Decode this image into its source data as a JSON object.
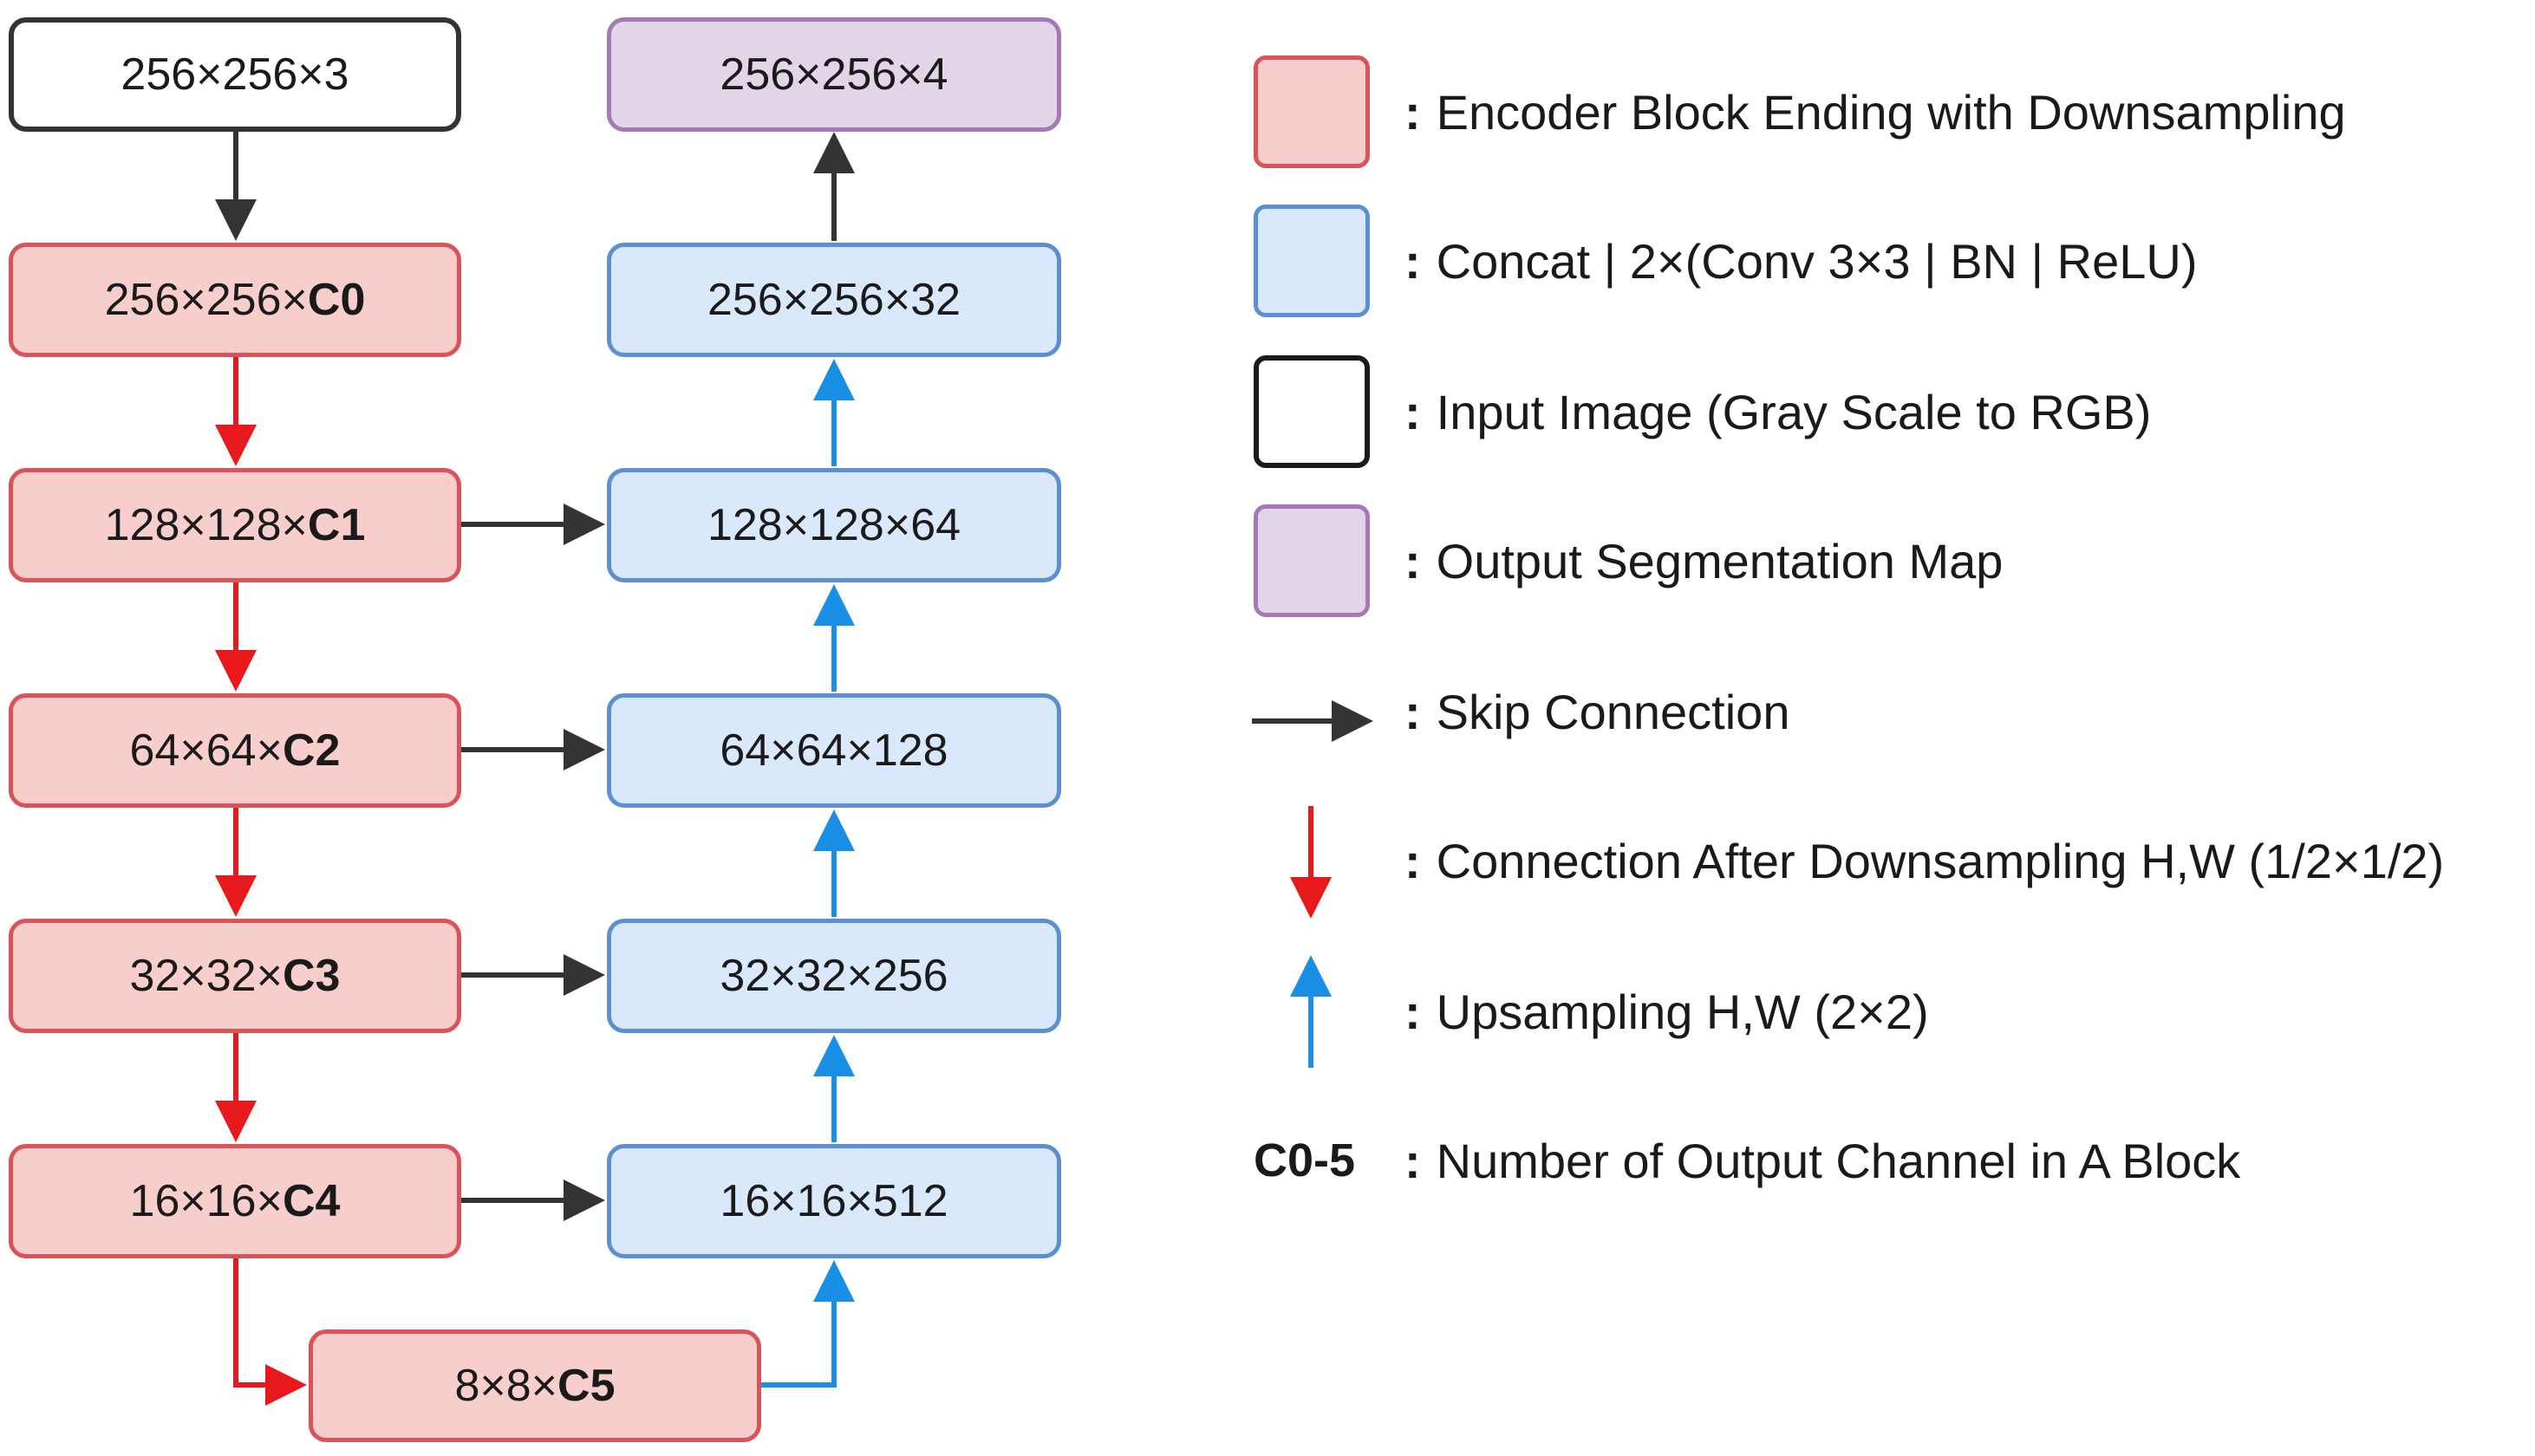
{
  "input": "256×256×3",
  "output": "256×256×4",
  "encoder": [
    {
      "prefix": "256×256×",
      "channel": "C0"
    },
    {
      "prefix": "128×128×",
      "channel": "C1"
    },
    {
      "prefix": "64×64×",
      "channel": "C2"
    },
    {
      "prefix": "32×32×",
      "channel": "C3"
    },
    {
      "prefix": "16×16×",
      "channel": "C4"
    },
    {
      "prefix": "8×8×",
      "channel": "C5"
    }
  ],
  "decoder": [
    "256×256×32",
    "128×128×64",
    "64×64×128",
    "32×32×256",
    "16×16×512"
  ],
  "legend": {
    "colon": ":",
    "encoder": "Encoder Block Ending with Downsampling",
    "concat": "Concat | 2×(Conv 3×3 | BN | ReLU)",
    "input": "Input Image (Gray Scale to RGB)",
    "output": "Output Segmentation Map",
    "skip": "Skip Connection",
    "downsample": "Connection After Downsampling H,W (1/2×1/2)",
    "upsample": "Upsampling H,W (2×2)",
    "channel_key": "C0-5",
    "channel": "Number of Output Channel in A Block"
  },
  "colors": {
    "encoder_fill": "#f8cecc",
    "encoder_border": "#d9545a",
    "decoder_fill": "#dae8fc",
    "decoder_border": "#5b8fd0",
    "output_fill": "#e1d5e7",
    "output_border": "#a678b6",
    "down_arrow": "#e8191c",
    "up_arrow": "#1a8fe6",
    "skip_arrow": "#333333"
  }
}
